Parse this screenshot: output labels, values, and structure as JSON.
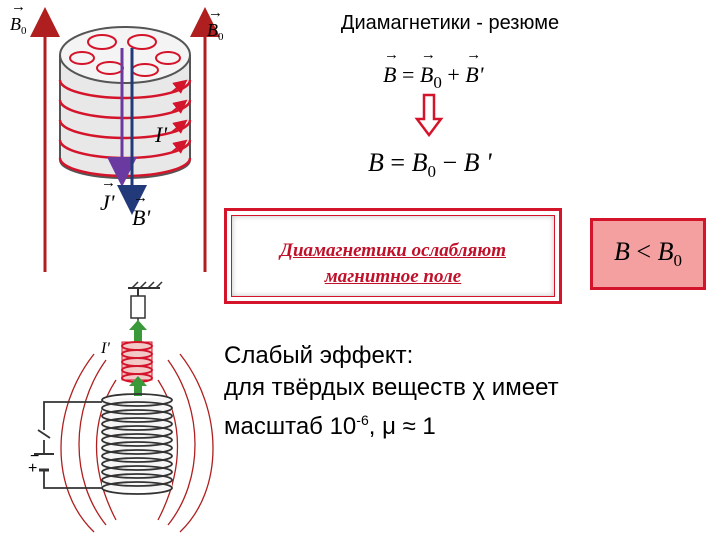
{
  "title": "Диамагнетики - резюме",
  "diagram_labels": {
    "b0_left": "B",
    "b0_left_sub": "0",
    "b0_right": "B",
    "b0_right_sub": "0",
    "i_prime": "I'",
    "j_prime": "J'",
    "b_prime": "B'",
    "i_prime_lower": "I'",
    "minus": "−",
    "plus": "+"
  },
  "formula_top": {
    "lhs": "B",
    "eq": " = ",
    "b0": "B",
    "b0_sub": "0",
    "op": " + ",
    "rhs": "B'"
  },
  "formula_bottom": {
    "lhs": "B",
    "eq": " = ",
    "b0": "B",
    "b0_sub": "0",
    "op": " − ",
    "rhs": "B '"
  },
  "banner": {
    "line1": "Диамагнетики ослабляют",
    "line2": "магнитное поле"
  },
  "result": {
    "lhs": "B",
    "op": " < ",
    "rhs": "B",
    "rhs_sub": "0"
  },
  "effect": {
    "line1": "Слабый эффект:",
    "line2": "для твёрдых веществ χ имеет",
    "line3_a": "масштаб 10",
    "line3_sup": "-6",
    "line3_b": ",  μ ≈ 1"
  },
  "colors": {
    "accent_red": "#d4142a",
    "field_line": "#b01f1f",
    "arrow_blue": "#223a7a",
    "arrow_purple": "#6b3aa0",
    "result_fill": "#f4a0a0",
    "green_arrow": "#3a9a3a"
  }
}
